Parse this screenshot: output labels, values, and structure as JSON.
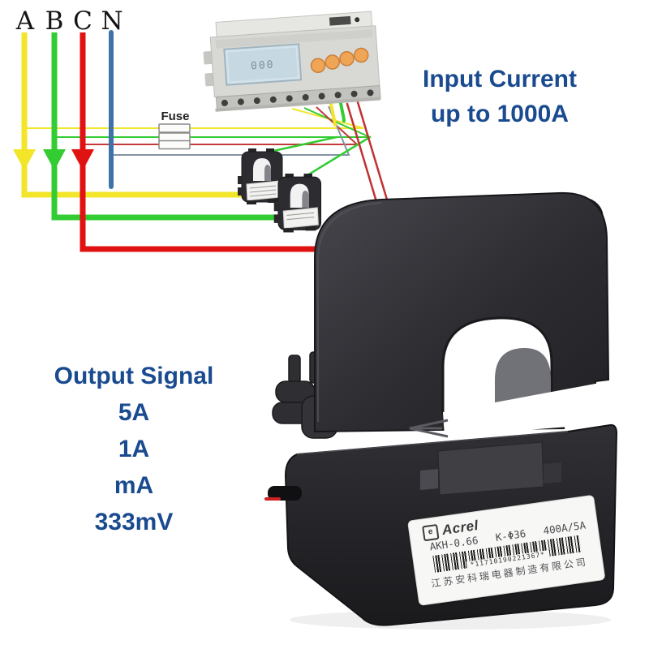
{
  "title": "Split-core current transformer wiring diagram with product photo",
  "colors": {
    "annotation_text": "#1a4a8f",
    "wire_a_yellow": "#f2e52a",
    "wire_b_green": "#33cc33",
    "wire_c_red": "#e01212",
    "wire_n_blue": "#3f72a8",
    "product_black": "#2c2c31"
  },
  "diagram": {
    "phases": [
      "A",
      "B",
      "C",
      "N"
    ],
    "fuse_label": "Fuse",
    "meter": {
      "lcd_text": "000"
    }
  },
  "annotations": {
    "input_current": [
      "Input Current",
      "up to 1000A"
    ],
    "output_signal_title": "Output Signal",
    "output_signal_items": [
      "5A",
      "1A",
      "mA",
      "333mV"
    ]
  },
  "product_label": {
    "brand": "Acrel",
    "logo_glyph": "e",
    "model": "AKH-0.66",
    "spec": "K-Φ36",
    "ratio": "400A/5A",
    "barcode_text": "*11710190221367*",
    "company": "江苏安科瑞电器制造有限公司"
  }
}
